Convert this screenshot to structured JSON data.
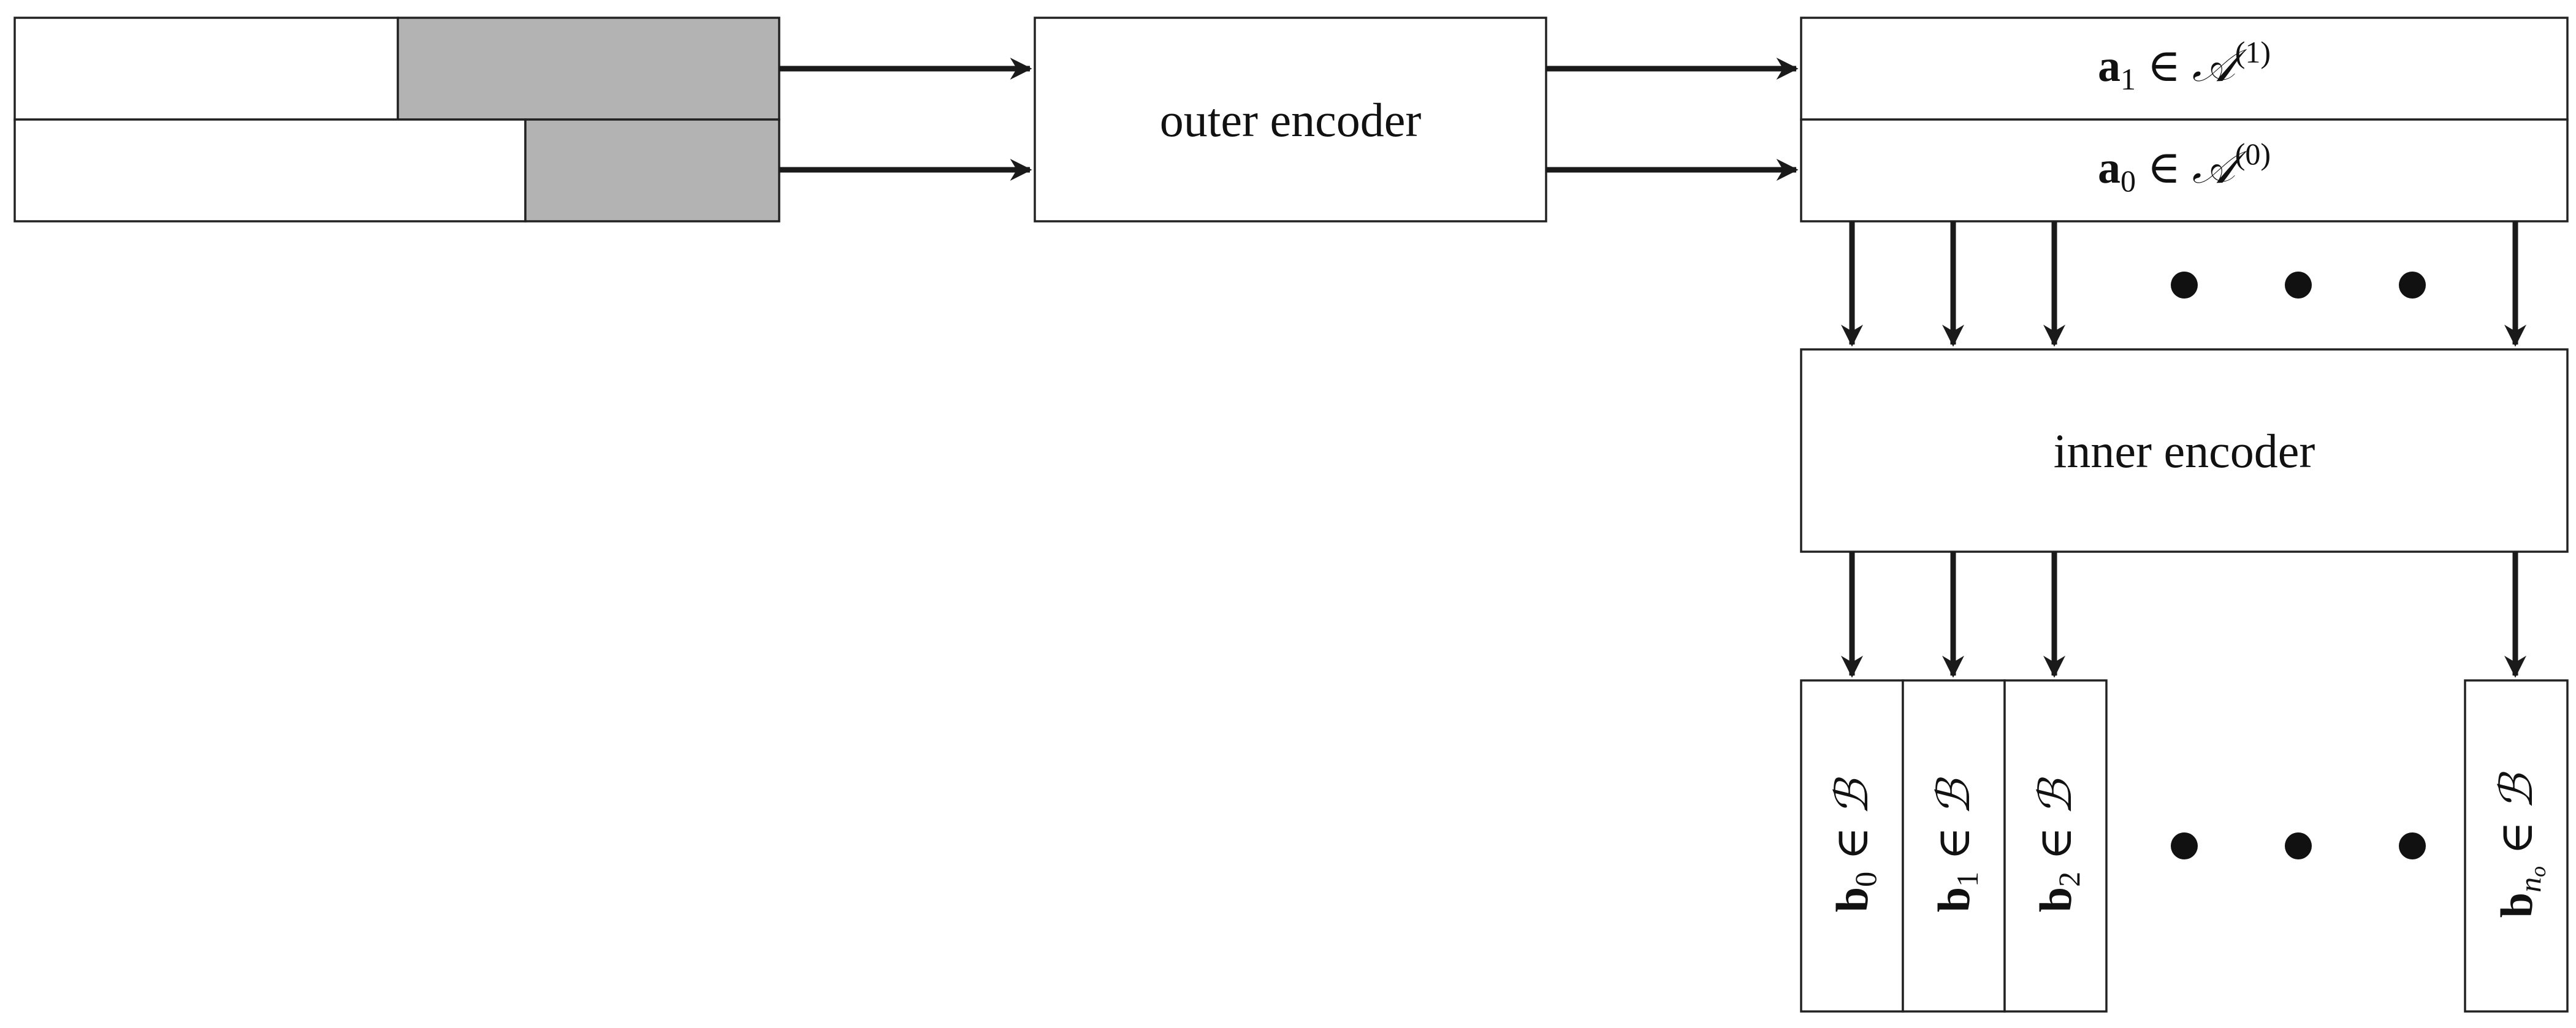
{
  "diagram": {
    "outer_encoder_label": "outer encoder",
    "inner_encoder_label": "inner encoder",
    "a1": {
      "symbol": "a",
      "sub": "1",
      "rel": " ∈ ",
      "set": "𝒜",
      "sup": "(1)"
    },
    "a0": {
      "symbol": "a",
      "sub": "0",
      "rel": " ∈ ",
      "set": "𝒜",
      "sup": "(0)"
    },
    "b_outputs": [
      {
        "symbol": "b",
        "sub": "0",
        "rel": " ∈ ",
        "set": "ℬ"
      },
      {
        "symbol": "b",
        "sub": "1",
        "rel": " ∈ ",
        "set": "ℬ"
      },
      {
        "symbol": "b",
        "sub": "2",
        "rel": " ∈ ",
        "set": "ℬ"
      },
      {
        "symbol": "b",
        "sub": "n",
        "subsub": "o",
        "rel": " ∈ ",
        "set": "ℬ"
      }
    ],
    "colors": {
      "shade": "#b3b3b3",
      "stroke": "#222222",
      "arrow": "#1a1a1a"
    }
  }
}
